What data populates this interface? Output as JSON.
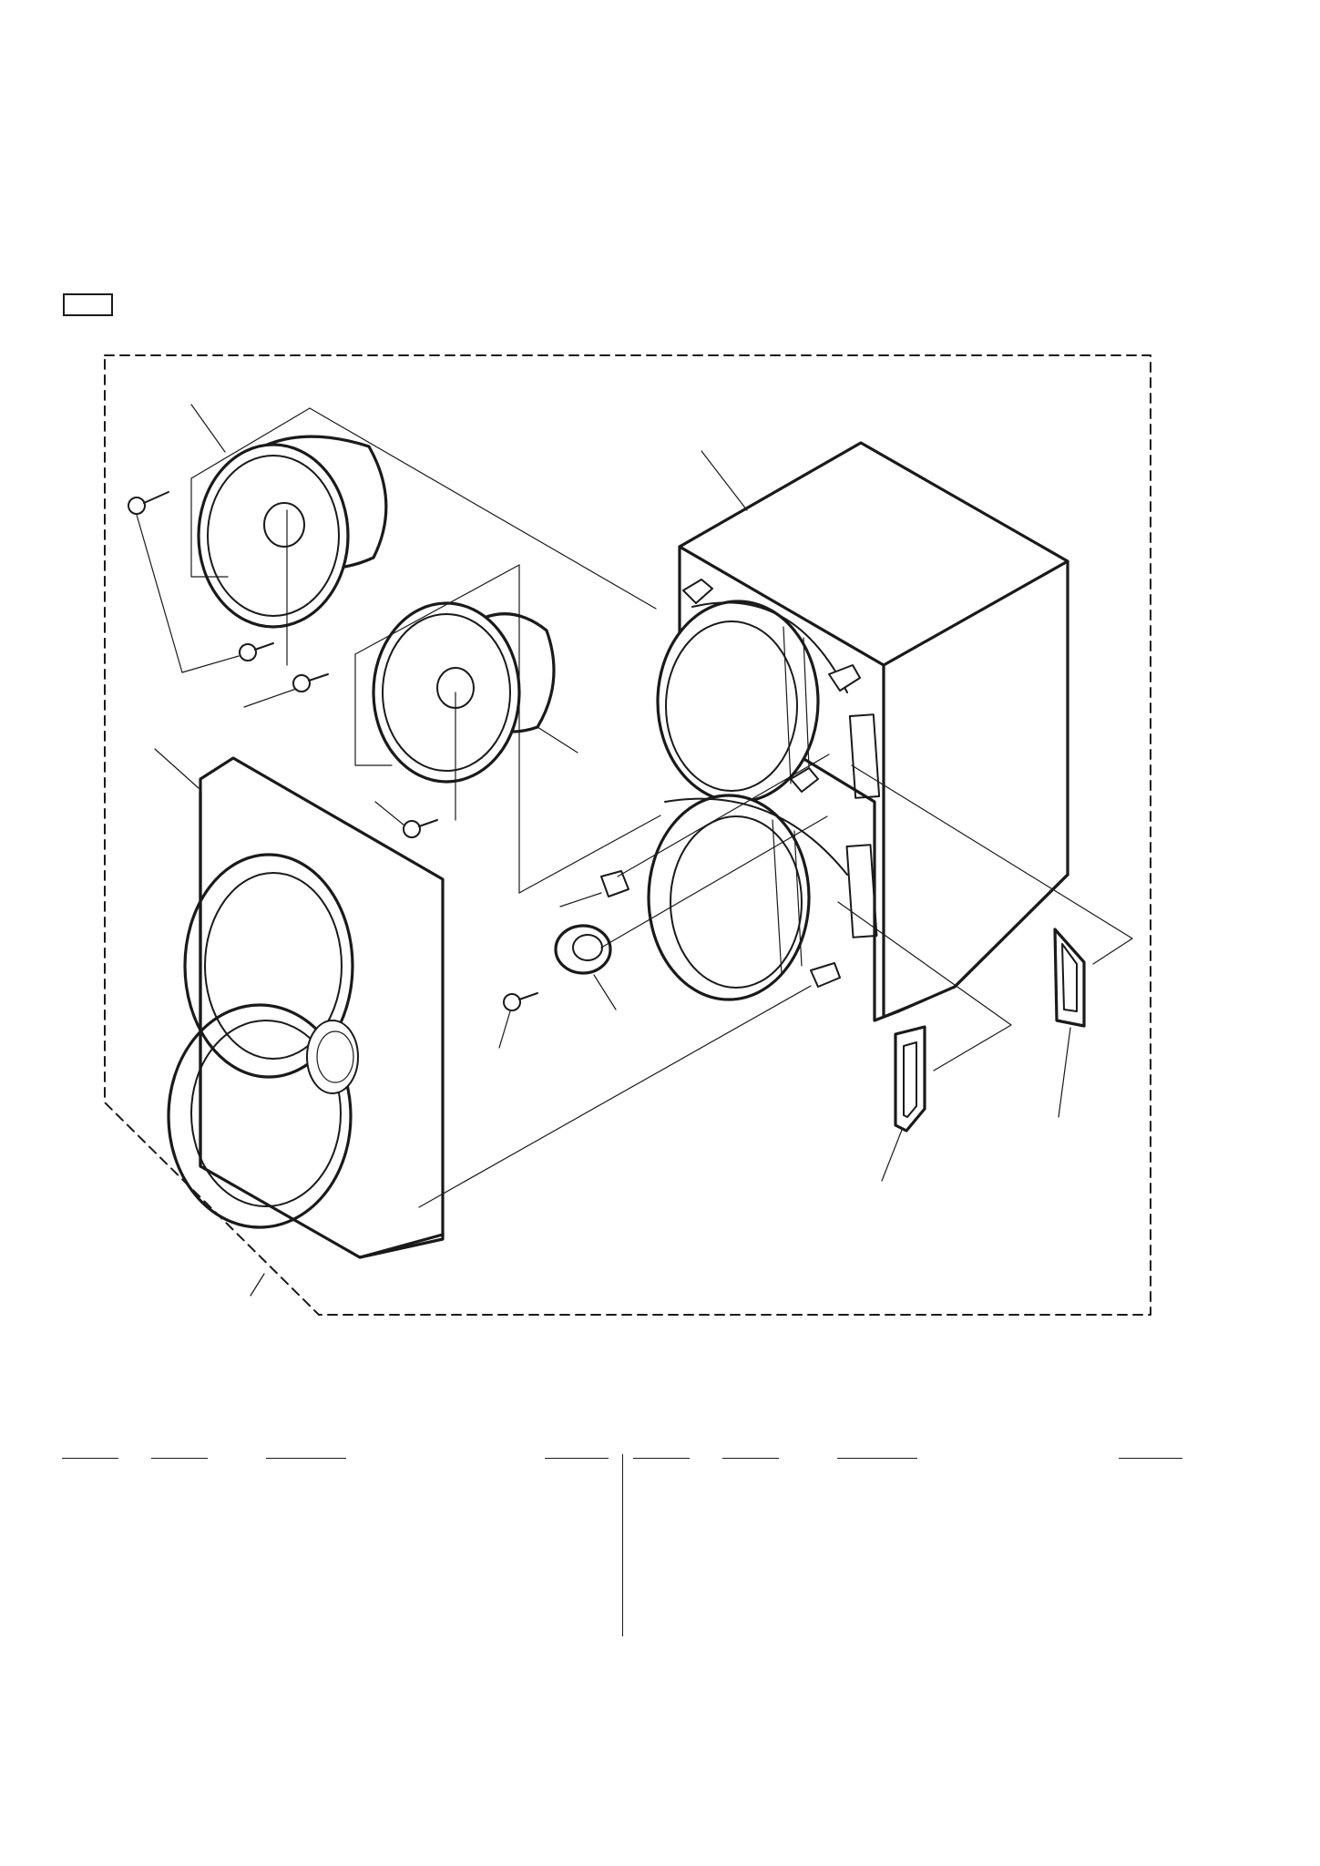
{
  "page": {
    "section_tag": "",
    "figure_type": "exploded-view"
  },
  "diagram": {
    "parts": [
      "enclosure",
      "front-grille",
      "woofer",
      "mid-driver",
      "tweeter",
      "port-duct-left",
      "port-duct-right",
      "screws",
      "cushion"
    ]
  },
  "parts_table": {
    "left_header": [
      "",
      "",
      "",
      ""
    ],
    "right_header": [
      "",
      "",
      "",
      ""
    ],
    "rows": []
  }
}
